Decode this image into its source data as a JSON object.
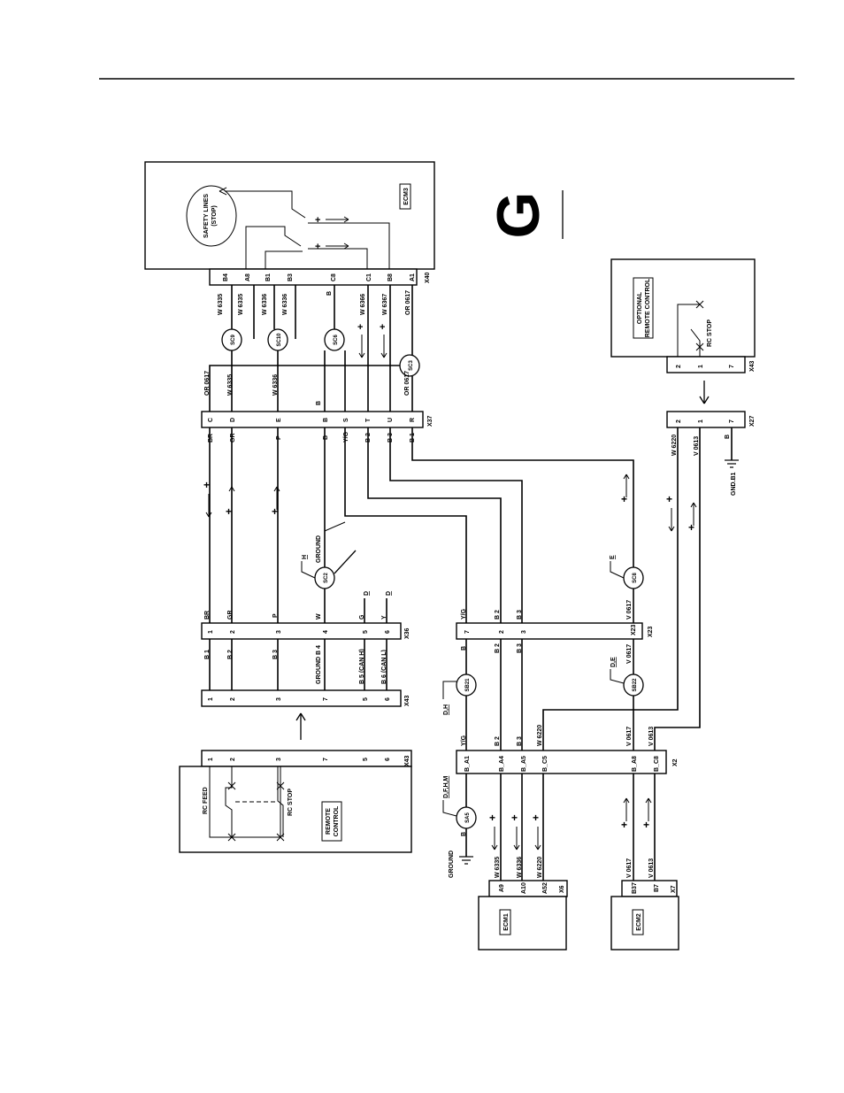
{
  "page": {
    "section_mark": "G"
  },
  "modules": {
    "ecm3": "ECM3",
    "ecm1": "ECM1",
    "ecm2": "ECM2",
    "safety_lines": [
      "SAFETY LINES",
      "(STOP)"
    ],
    "remote_control": [
      "REMOTE",
      "CONTROL"
    ],
    "optional_remote": [
      "OPTIONAL",
      "REMOTE CONTROL"
    ],
    "rc_feed": "RC FEED",
    "rc_stop": "RC STOP"
  },
  "connectors": {
    "x40": {
      "id": "X40",
      "pins": [
        "B4",
        "A8",
        "B1",
        "B3",
        "C8",
        "C1",
        "B8",
        "A1"
      ]
    },
    "x37": {
      "id": "X37",
      "pins": [
        "C",
        "D",
        "E",
        "B",
        "S",
        "T",
        "U",
        "R"
      ]
    },
    "x36": {
      "id": "X36",
      "pins": [
        "1",
        "2",
        "3",
        "4",
        "5",
        "6"
      ]
    },
    "x43": {
      "id": "X43",
      "pins": [
        "1",
        "2",
        "3",
        "7",
        "5",
        "6"
      ]
    },
    "x43_rc": {
      "id": "X43",
      "pins": [
        "1",
        "2",
        "3",
        "7",
        "5",
        "6"
      ]
    },
    "x23": {
      "id": "X23",
      "pins": [
        "7",
        "2",
        "3"
      ],
      "label": "X23"
    },
    "x2": {
      "id": "X2",
      "pins": [
        "B_A1",
        "B_A4",
        "B_A5",
        "B_C5",
        "B_A8",
        "B_C8"
      ]
    },
    "x6": {
      "id": "X6",
      "pins": [
        "A9",
        "A10",
        "A52"
      ]
    },
    "x7": {
      "id": "X7",
      "pins": [
        "B37",
        "B7"
      ]
    },
    "x27": {
      "id": "X27",
      "pins": [
        "2",
        "1",
        "7"
      ]
    },
    "x43_opt": {
      "id": "X43",
      "pins": [
        "2",
        "1",
        "7"
      ]
    }
  },
  "wire_labels": {
    "x40_side": [
      "W 6335",
      "W 6335",
      "W 6336",
      "W 6336",
      "B",
      "W 6366",
      "W 6367",
      "OR 0617"
    ],
    "x37_top": [
      "OR 0617",
      "W 6335",
      "W 6336",
      "B",
      "OR 0617"
    ],
    "x37_bottom": [
      "BR",
      "GR",
      "P",
      "B",
      "Y/G",
      "B 2",
      "B 3",
      "B 1"
    ],
    "x36_top": [
      "BR",
      "GR",
      "P",
      "W",
      "G",
      "Y"
    ],
    "x36_bottom": [
      "B 1",
      "B 2",
      "B 3",
      "GROUND B 4",
      "B 5 (CAN H)",
      "B 6 (CAN L)"
    ],
    "x23_top": [
      "Y/G",
      "B 2",
      "B 3",
      "V 0617"
    ],
    "x23_bottom": [
      "B",
      "B 2",
      "B 3",
      "V 0617"
    ],
    "x2_top": [
      "Y/G",
      "B 2",
      "B 3",
      "W 6220",
      "V 0617",
      "V 0613"
    ],
    "x2_bottom": [
      "B",
      "W 6335",
      "W 6336",
      "W 6220",
      "V 0617",
      "V 0613"
    ],
    "x27_side": [
      "W 6220",
      "V 0613",
      "B"
    ],
    "ground_sc2": "GROUND",
    "ground_sa5": "GROUND",
    "gnd_b1": "GND.B1"
  },
  "splices": {
    "sc9": "SC9",
    "sc10": "SC10",
    "sc6": "SC6",
    "sc3": "SC3",
    "sc2": "SC2",
    "sc8": "SC8",
    "sb21": "SB21",
    "sb22": "SB22",
    "sa5": "SA5"
  },
  "options": {
    "sc2": "H",
    "sc8": "E",
    "sb21": "D,H",
    "sb22": "D,E",
    "sa5": "D,F,H,M",
    "g": "D",
    "y": "D"
  }
}
